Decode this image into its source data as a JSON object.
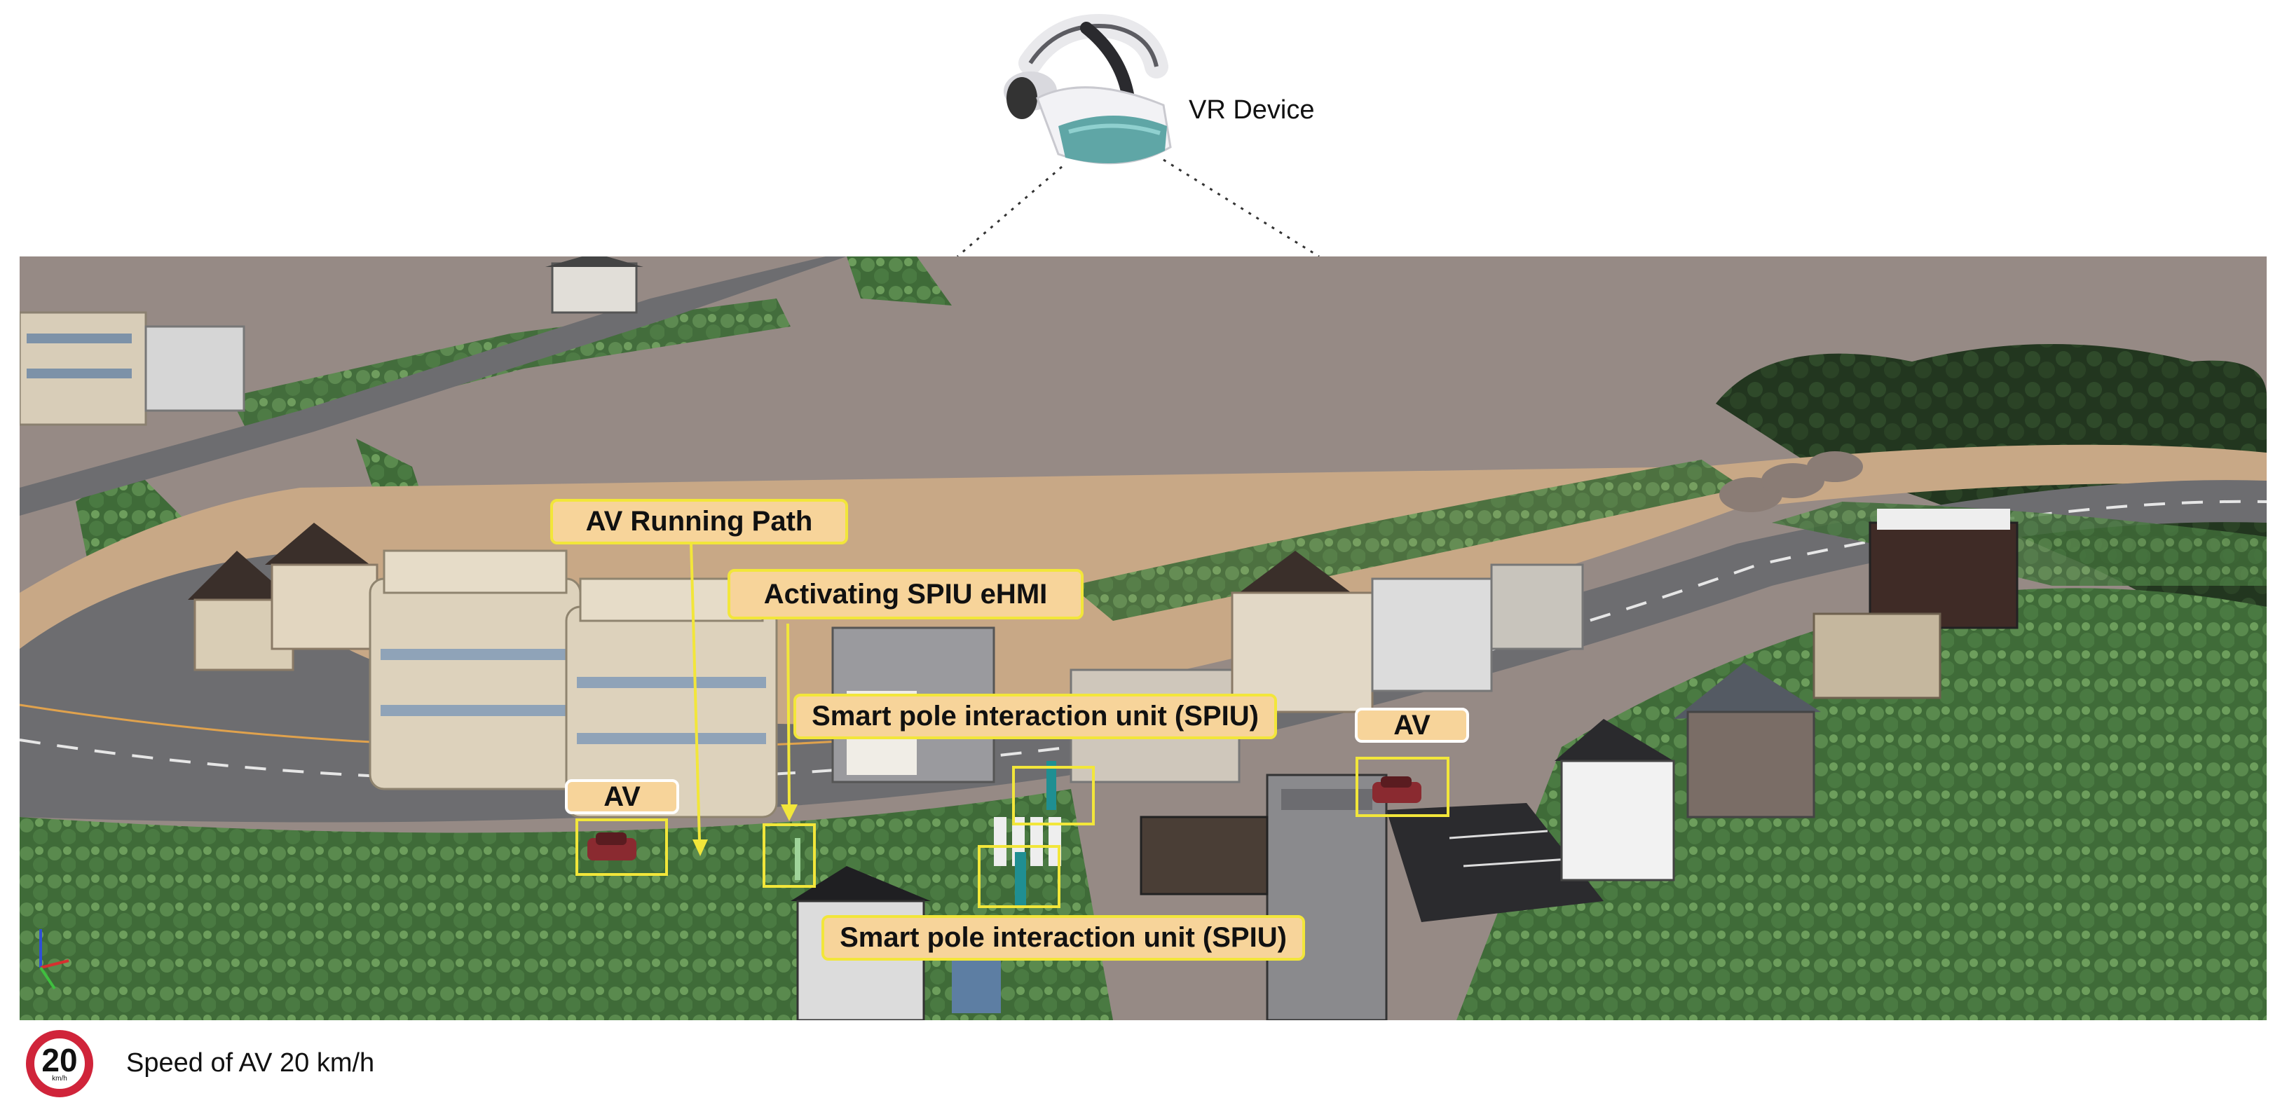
{
  "vr_device": {
    "label": "VR Device",
    "icon": "vr-headset-icon"
  },
  "annotations": {
    "running_path": "AV Running Path",
    "activating": "Activating SPIU eHMI",
    "spiu_top": "Smart pole interaction unit (SPIU)",
    "spiu_bottom": "Smart pole interaction unit (SPIU)",
    "av_left": "AV",
    "av_right": "AV"
  },
  "speed": {
    "sign_value": "20",
    "sign_unit": "km/h",
    "text": "Speed of AV 20 km/h"
  },
  "colors": {
    "label_fill": "#f7d49a",
    "highlight": "#f2e63a",
    "speed_ring": "#d0243a",
    "ground": "#968a85",
    "tree": "#3f6b38",
    "road": "#6d6d70"
  }
}
